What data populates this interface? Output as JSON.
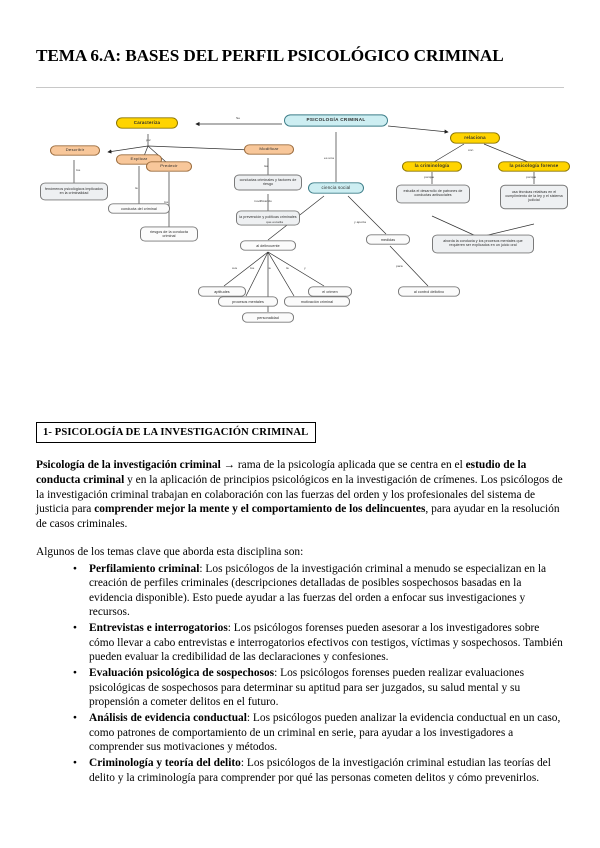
{
  "document": {
    "title": "TEMA 6.A: BASES DEL PERFIL PSICOLÓGICO CRIMINAL"
  },
  "concept_map": {
    "nodes": {
      "root": "PSICOLOGÍA CRIMINAL",
      "caracteriza": "Caracteriza",
      "describir": "Describir",
      "explicar": "Explicar",
      "predecir": "Predecir",
      "modificar": "Modificar",
      "fenomenos": "fenómenos psicológicos implicados en la criminalidad",
      "conducta_criminal": "conducta del criminal",
      "riesgos": "riesgos de la conducta criminal",
      "conductas_factores": "conductas criminales y factores de riesgo",
      "prevencion": "la prevención y políticas criminales",
      "ciencia_social": "ciencia social",
      "delincuente": "al delincuente",
      "medidas": "medidas",
      "aptitudes": "aptitudes",
      "procesos_mentales": "procesos mentales",
      "personalidad": "personalidad",
      "motivacion": "motivación criminal",
      "crimen": "el crimen",
      "control_delictivo": "al control delictivo",
      "relaciona": "relaciona",
      "criminologia": "la criminología",
      "psicologia_forense": "la psicología forense",
      "estudia_desarrollo": "estudia el desarrollo de patrones de conductas antisociales",
      "usa_tecnicas": "usa técnicas relativas en el cumplimiento de la ley y el sistema judicial",
      "aborda": "aborda la conducta y los procesos mentales que requieren ser explicados en un juicio oral"
    },
    "link_labels": {
      "se": "Se",
      "con_caracteriza": "por",
      "describir_los": "los",
      "explicar_la": "la",
      "predecir_los": "los",
      "modificar_las": "las",
      "modificando": "modificando",
      "es_una": "es una",
      "que_estudia": "que estudia",
      "y_aporta": "y aporta",
      "tus": "sus",
      "los2": "los",
      "la2": "la",
      "la3": "la",
      "y": "y",
      "para": "para",
      "con": "con",
      "porque1": "porque",
      "porque2": "porque"
    },
    "colors": {
      "root_fill": "#cdeef2",
      "yellow_fill": "#ffd400",
      "orange_fill": "#f8c79a",
      "gray_fill": "#eef0f2"
    }
  },
  "section": {
    "heading": "1- PSICOLOGÍA DE LA INVESTIGACIÓN CRIMINAL",
    "paragraph": {
      "bold_lead": "Psicología de la investigación criminal",
      "arrow": " → ",
      "t1": "rama de la psicología aplicada que se centra en el ",
      "b1": "estudio de la conducta criminal",
      "t2": " y en la aplicación de principios psicológicos en la investigación de crímenes. Los psicólogos de la investigación criminal trabajan en colaboración con las fuerzas del orden y los profesionales del sistema de justicia para ",
      "b2": "comprender mejor la mente y el comportamiento de los delincuentes",
      "t3": ", para ayudar en la resolución de casos criminales."
    },
    "intro": "Algunos de los temas clave que aborda esta disciplina son:",
    "bullets": [
      {
        "term": "Perfilamiento criminal",
        "text": ": Los psicólogos de la investigación criminal a menudo se especializan en la creación de perfiles criminales (descripciones detalladas de posibles sospechosos basadas en la evidencia disponible). Esto puede ayudar a las fuerzas del orden a enfocar sus investigaciones y recursos."
      },
      {
        "term": "Entrevistas e interrogatorios",
        "text": ": Los psicólogos forenses pueden asesorar a los investigadores sobre cómo llevar a cabo entrevistas e interrogatorios efectivos con testigos, víctimas y sospechosos. También pueden evaluar la credibilidad de las declaraciones y confesiones."
      },
      {
        "term": "Evaluación psicológica de sospechosos",
        "text": ": Los psicólogos forenses pueden realizar evaluaciones psicológicas de sospechosos para determinar su aptitud para ser juzgados, su salud mental y su propensión a cometer delitos en el futuro."
      },
      {
        "term": "Análisis de evidencia conductual",
        "text": ": Los psicólogos pueden analizar la evidencia conductual en un caso, como patrones de comportamiento de un criminal en serie, para ayudar a los investigadores a comprender sus motivaciones y métodos."
      },
      {
        "term": "Criminología y teoría del delito",
        "text": ": Los psicólogos de la investigación criminal estudian las teorías del delito y la criminología para comprender por qué las personas cometen delitos y cómo prevenirlos."
      }
    ]
  }
}
